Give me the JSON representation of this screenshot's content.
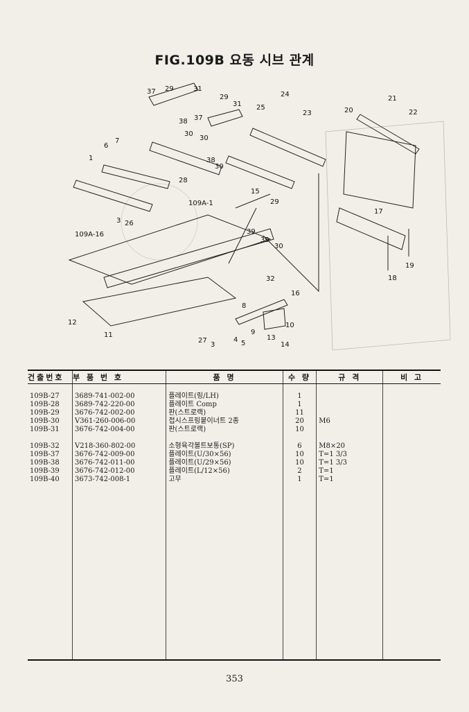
{
  "figure_title": "FIG.109B 요동 시브 관계",
  "callouts": [
    "37",
    "29",
    "31",
    "29",
    "31",
    "24",
    "21",
    "20",
    "22",
    "37",
    "38",
    "30",
    "25",
    "23",
    "6",
    "7",
    "30",
    "38",
    "30",
    "1",
    "28",
    "15",
    "109A-1",
    "29",
    "17",
    "3",
    "26",
    "109A-16",
    "39",
    "39",
    "30",
    "19",
    "32",
    "18",
    "16",
    "8",
    "12",
    "11",
    "9",
    "10",
    "27",
    "3",
    "4",
    "5",
    "13",
    "14"
  ],
  "table": {
    "headers": [
      "건출번호",
      "부 품 번 호",
      "품 명",
      "수 량",
      "규 격",
      "비 고"
    ],
    "rows": [
      [
        "109B-27",
        "3689-741-002-00",
        "플레이트(링/LH)",
        "1",
        "",
        ""
      ],
      [
        "109B-28",
        "3689-742-220-00",
        "플레이트 Comp",
        "1",
        "",
        ""
      ],
      [
        "109B-29",
        "3676-742-002-00",
        "판(스트로랙)",
        "11",
        "",
        ""
      ],
      [
        "109B-30",
        "V361-260-006-00",
        "접시스프링붙이너트 2종",
        "20",
        "M6",
        ""
      ],
      [
        "109B-31",
        "3676-742-004-00",
        "판(스트로랙)",
        "10",
        "",
        ""
      ],
      [
        "109B-32",
        "V218-360-802-00",
        "소형육각볼트보통(SP)",
        "6",
        "M8×20",
        ""
      ],
      [
        "109B-37",
        "3676-742-009-00",
        "플레이트(U/30×56)",
        "10",
        "T=1 3/3",
        ""
      ],
      [
        "109B-38",
        "3676-742-011-00",
        "플레이트(U/29×56)",
        "10",
        "T=1 3/3",
        ""
      ],
      [
        "109B-39",
        "3676-742-012-00",
        "플레이트(L/12×56)",
        "2",
        "T=1",
        ""
      ],
      [
        "109B-40",
        "3673-742-008-1",
        "고무",
        "1",
        "T=1",
        ""
      ]
    ]
  },
  "page_number": "353"
}
